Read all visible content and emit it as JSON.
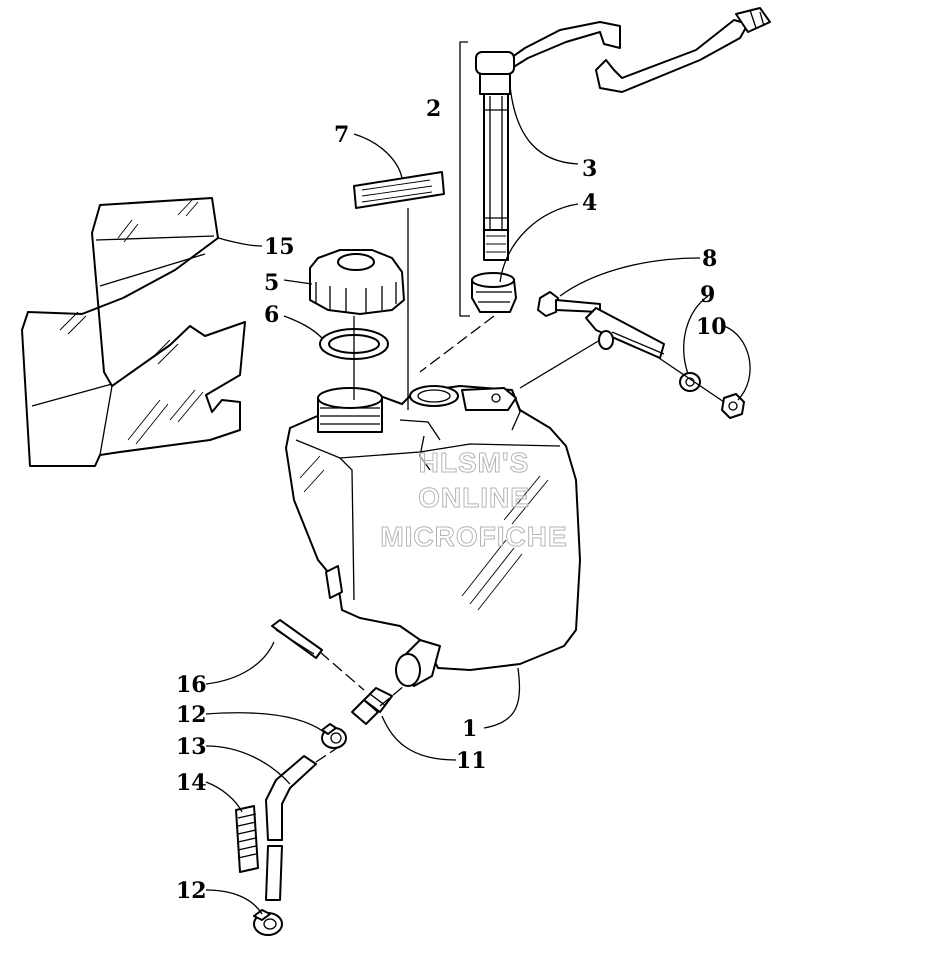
{
  "callouts": [
    {
      "id": "1",
      "label": "1"
    },
    {
      "id": "2",
      "label": "2"
    },
    {
      "id": "3",
      "label": "3"
    },
    {
      "id": "4",
      "label": "4"
    },
    {
      "id": "5",
      "label": "5"
    },
    {
      "id": "6",
      "label": "6"
    },
    {
      "id": "7",
      "label": "7"
    },
    {
      "id": "8",
      "label": "8"
    },
    {
      "id": "9",
      "label": "9"
    },
    {
      "id": "10",
      "label": "10"
    },
    {
      "id": "11",
      "label": "11"
    },
    {
      "id": "12a",
      "label": "12"
    },
    {
      "id": "12b",
      "label": "12"
    },
    {
      "id": "13",
      "label": "13"
    },
    {
      "id": "14",
      "label": "14"
    },
    {
      "id": "15",
      "label": "15"
    },
    {
      "id": "16",
      "label": "16"
    }
  ],
  "watermark": {
    "line1": "HLSM'S",
    "line2": "ONLINE",
    "line3": "MICROFICHE",
    "color": "#b5b5b5"
  }
}
